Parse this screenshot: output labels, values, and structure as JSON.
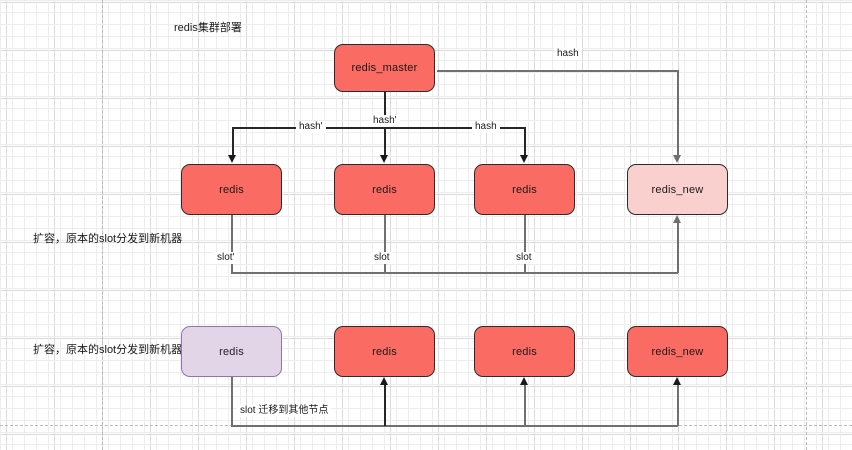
{
  "diagram": {
    "title": "redis集群部署",
    "notes": [
      {
        "text": "扩容，原本的slot分发到新机器"
      },
      {
        "text": "扩容，原本的slot分发到新机器"
      }
    ],
    "nodes": [
      {
        "id": "master",
        "label": "redis_master",
        "style": "red"
      },
      {
        "id": "mid-redis-1",
        "label": "redis",
        "style": "red"
      },
      {
        "id": "mid-redis-2",
        "label": "redis",
        "style": "red"
      },
      {
        "id": "mid-redis-3",
        "label": "redis",
        "style": "red"
      },
      {
        "id": "mid-redis-new",
        "label": "redis_new",
        "style": "pink"
      },
      {
        "id": "bot-redis-1",
        "label": "redis",
        "style": "purple"
      },
      {
        "id": "bot-redis-2",
        "label": "redis",
        "style": "red"
      },
      {
        "id": "bot-redis-3",
        "label": "redis",
        "style": "red"
      },
      {
        "id": "bot-redis-new",
        "label": "redis_new",
        "style": "red"
      }
    ],
    "edge_labels": {
      "hash_top_right": "hash",
      "hash_prime_left": "hash'",
      "hash_prime_mid": "hash'",
      "hash_right": "hash",
      "slot_prime": "slot'",
      "slot_mid": "slot",
      "slot_right": "slot",
      "slot_migrate": "slot 迁移到其他节点"
    },
    "colors": {
      "node_red": "#fa6b63",
      "node_pink": "#fad0ce",
      "node_purple": "#e1d5e7",
      "edge": "#707070",
      "grid_minor": "#ededed",
      "grid_major": "#d9d9d9"
    }
  }
}
